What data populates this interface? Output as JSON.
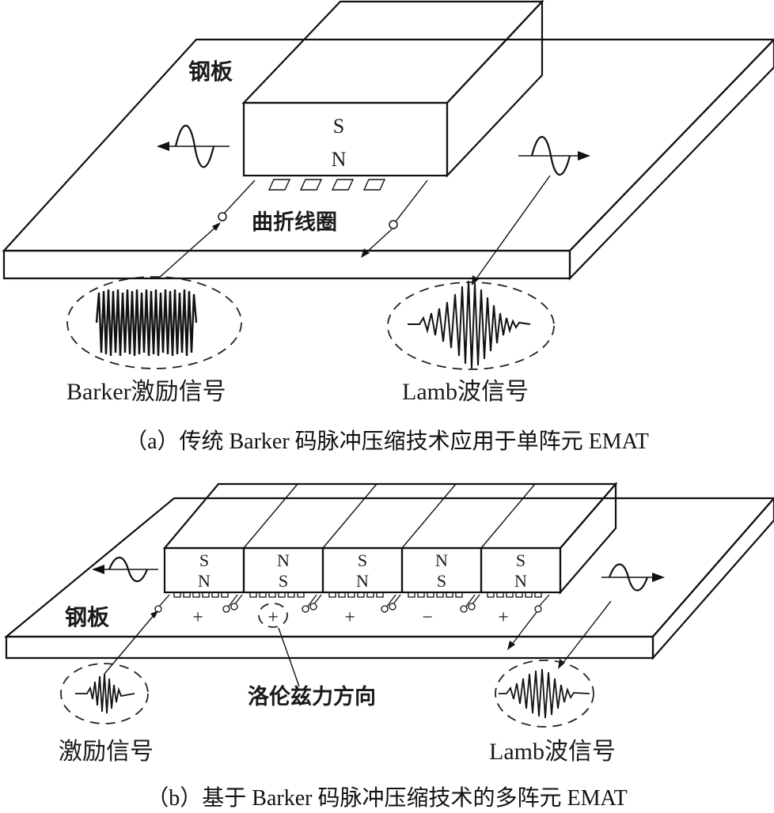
{
  "panel_a": {
    "plate_label": "钢板",
    "magnet_pole_top": "S",
    "magnet_pole_bottom": "N",
    "coil_label": "曲折线圈",
    "excitation_label": "Barker激励信号",
    "lamb_label": "Lamb波信号",
    "caption": "（a）传统 Barker 码脉冲压缩技术应用于单阵元 EMAT"
  },
  "panel_b": {
    "plate_label": "钢板",
    "magnets": [
      {
        "top": "S",
        "bottom": "N"
      },
      {
        "top": "N",
        "bottom": "S"
      },
      {
        "top": "S",
        "bottom": "N"
      },
      {
        "top": "N",
        "bottom": "S"
      },
      {
        "top": "S",
        "bottom": "N"
      }
    ],
    "force_signs": [
      "+",
      "+",
      "+",
      "−",
      "+"
    ],
    "force_label": "洛伦兹力方向",
    "excitation_label": "激励信号",
    "lamb_label": "Lamb波信号",
    "caption": "（b）基于 Barker 码脉冲压缩技术的多阵元 EMAT"
  },
  "colors": {
    "line": "#111111",
    "magnet_side": "#c8c8c8",
    "background": "#ffffff"
  }
}
